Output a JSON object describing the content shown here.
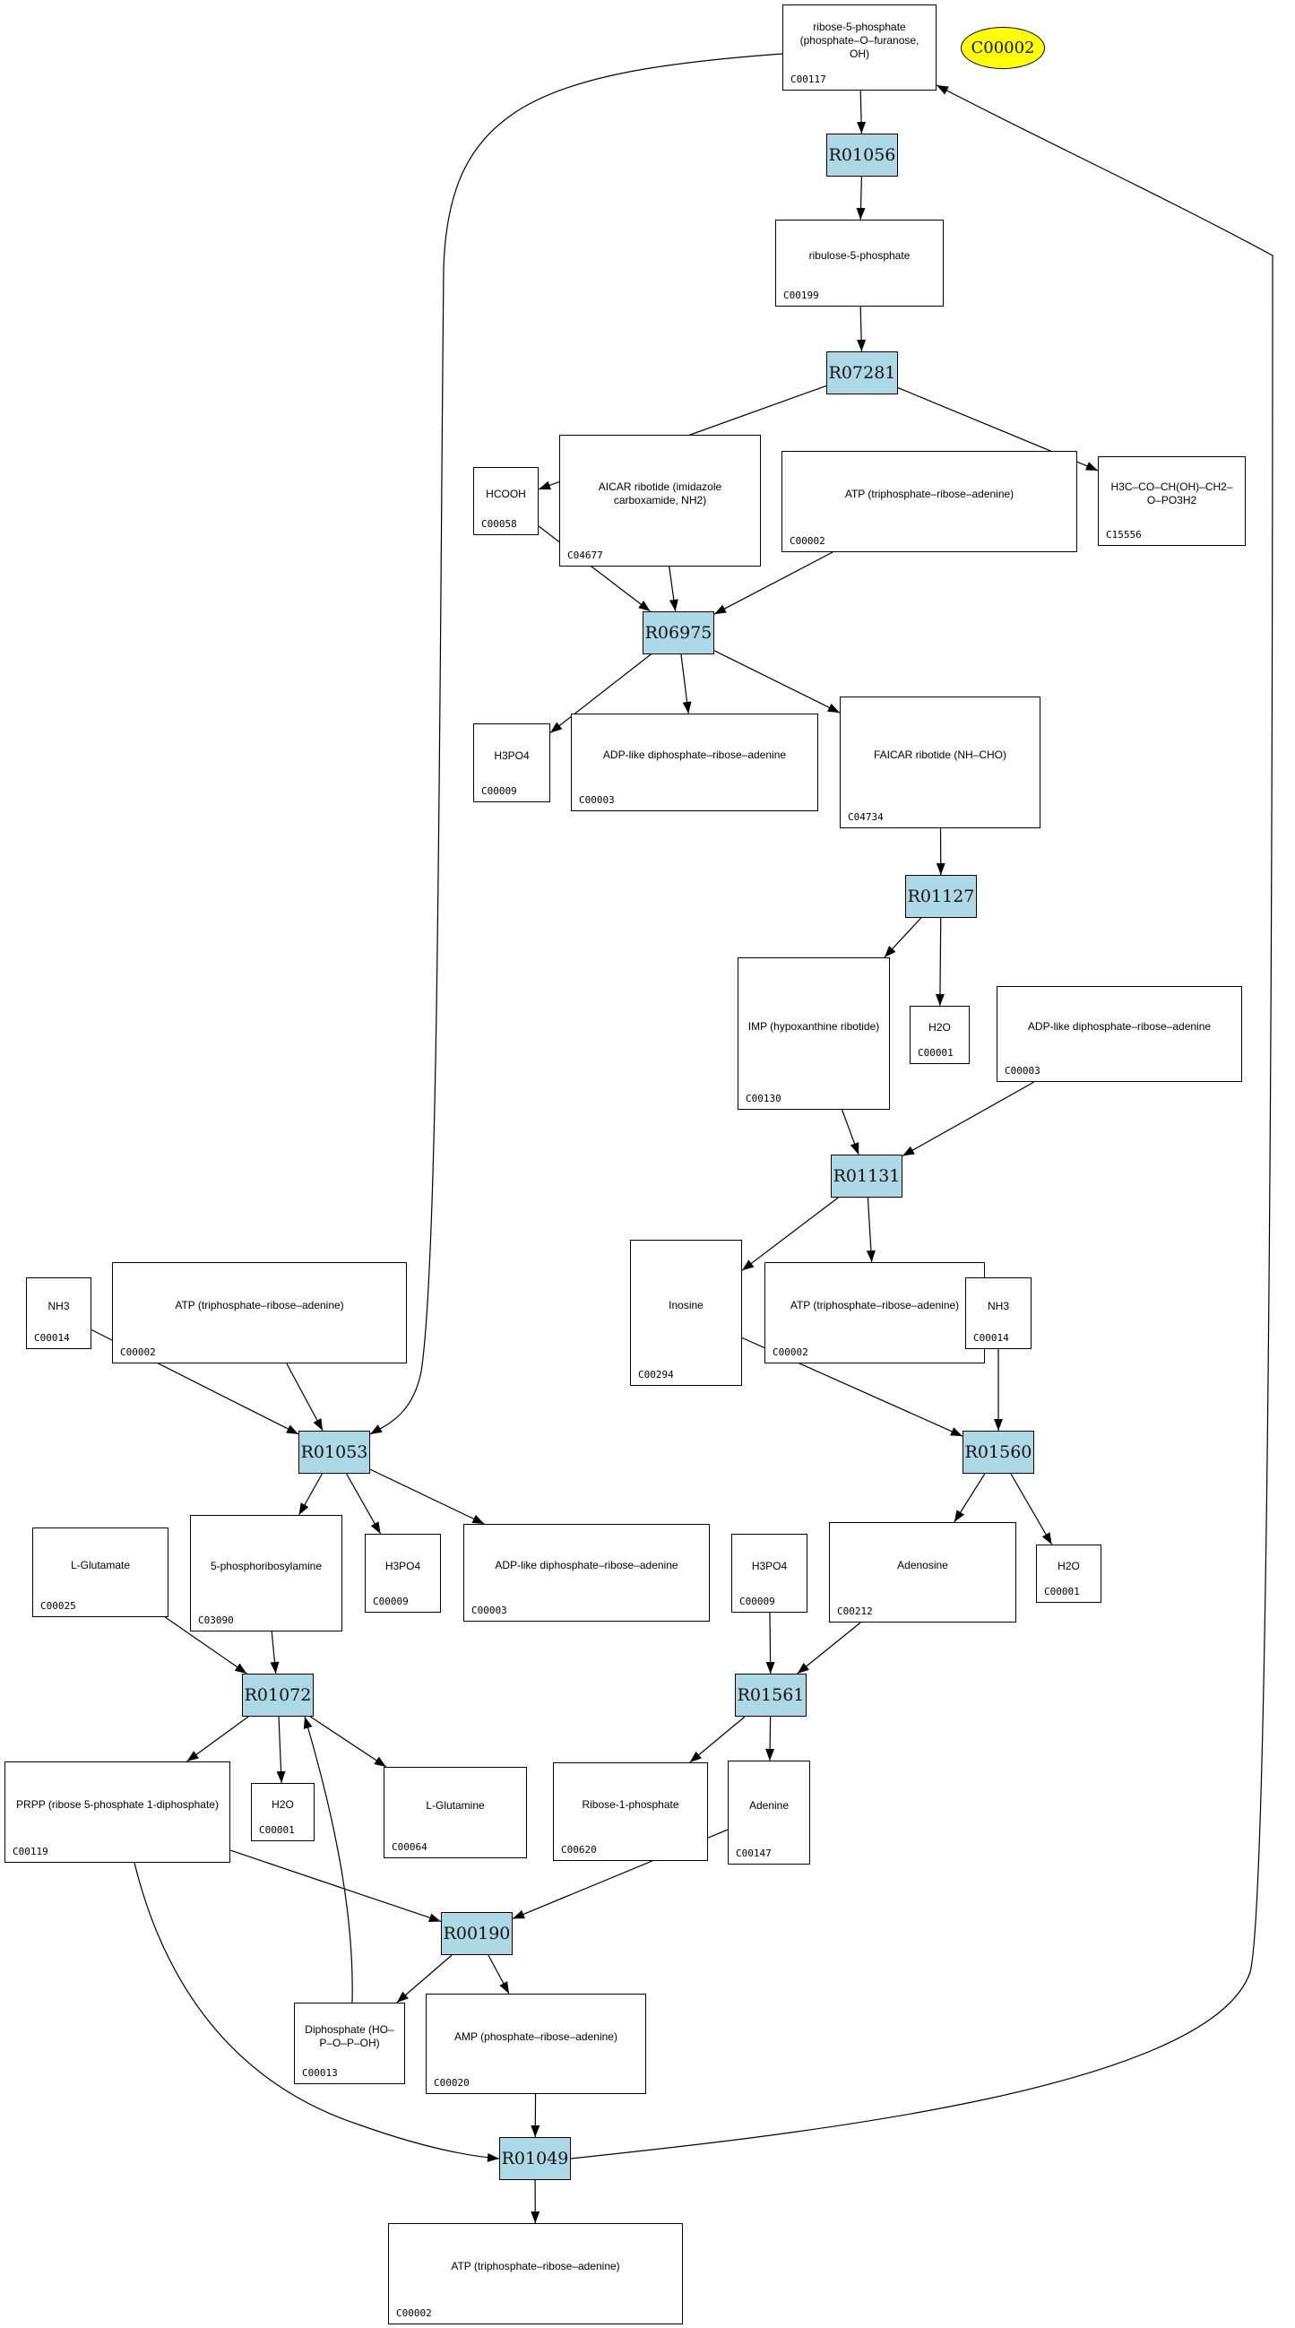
{
  "highlight_compound": {
    "id": "C00002",
    "color": "#ffff00"
  },
  "reaction_color": "#add8e6",
  "reactions": [
    {
      "id": "R01056"
    },
    {
      "id": "R07281"
    },
    {
      "id": "R06975"
    },
    {
      "id": "R01127"
    },
    {
      "id": "R01131"
    },
    {
      "id": "R01053"
    },
    {
      "id": "R01560"
    },
    {
      "id": "R01072"
    },
    {
      "id": "R01561"
    },
    {
      "id": "R00190"
    },
    {
      "id": "R01049"
    }
  ],
  "compounds": [
    {
      "key": "c00117_top",
      "id": "C00117",
      "structure": "ribose-5-phosphate (phosphate–O–furanose, OH)"
    },
    {
      "key": "c00199",
      "id": "C00199",
      "structure": "ribulose-5-phosphate"
    },
    {
      "key": "c00058",
      "id": "C00058",
      "structure": "HCOOH"
    },
    {
      "key": "c04677",
      "id": "C04677",
      "structure": "AICAR ribotide (imidazole carboxamide, NH2)"
    },
    {
      "key": "c00002_a",
      "id": "C00002",
      "structure": "ATP (triphosphate–ribose–adenine)"
    },
    {
      "key": "c15556",
      "id": "C15556",
      "structure": "H3C–CO–CH(OH)–CH2–O–PO3H2"
    },
    {
      "key": "c00009_a",
      "id": "C00009",
      "structure": "H3PO4"
    },
    {
      "key": "c00003_a",
      "id": "C00003",
      "structure": "ADP-like diphosphate–ribose–adenine"
    },
    {
      "key": "c04734",
      "id": "C04734",
      "structure": "FAICAR ribotide (NH–CHO)"
    },
    {
      "key": "c00130",
      "id": "C00130",
      "structure": "IMP (hypoxanthine ribotide)"
    },
    {
      "key": "c00001_a",
      "id": "C00001",
      "structure": "H2O"
    },
    {
      "key": "c00003_b",
      "id": "C00003",
      "structure": "ADP-like diphosphate–ribose–adenine"
    },
    {
      "key": "c00294",
      "id": "C00294",
      "structure": "Inosine"
    },
    {
      "key": "c00002_b",
      "id": "C00002",
      "structure": "ATP (triphosphate–ribose–adenine)"
    },
    {
      "key": "c00014_a",
      "id": "C00014",
      "structure": "NH3"
    },
    {
      "key": "c00002_c",
      "id": "C00002",
      "structure": "ATP (triphosphate–ribose–adenine)"
    },
    {
      "key": "c00014_b",
      "id": "C00014",
      "structure": "NH3"
    },
    {
      "key": "c00025",
      "id": "C00025",
      "structure": "L-Glutamate"
    },
    {
      "key": "c03090",
      "id": "C03090",
      "structure": "5-phosphoribosylamine"
    },
    {
      "key": "c00009_b",
      "id": "C00009",
      "structure": "H3PO4"
    },
    {
      "key": "c00003_c",
      "id": "C00003",
      "structure": "ADP-like diphosphate–ribose–adenine"
    },
    {
      "key": "c00009_c",
      "id": "C00009",
      "structure": "H3PO4"
    },
    {
      "key": "c00212",
      "id": "C00212",
      "structure": "Adenosine"
    },
    {
      "key": "c00001_b",
      "id": "C00001",
      "structure": "H2O"
    },
    {
      "key": "c00119",
      "id": "C00119",
      "structure": "PRPP (ribose 5-phosphate 1-diphosphate)"
    },
    {
      "key": "c00001_c",
      "id": "C00001",
      "structure": "H2O"
    },
    {
      "key": "c00064",
      "id": "C00064",
      "structure": "L-Glutamine"
    },
    {
      "key": "c00620",
      "id": "C00620",
      "structure": "Ribose-1-phosphate"
    },
    {
      "key": "c00147",
      "id": "C00147",
      "structure": "Adenine"
    },
    {
      "key": "c00013",
      "id": "C00013",
      "structure": "Diphosphate (HO–P–O–P–OH)"
    },
    {
      "key": "c00020",
      "id": "C00020",
      "structure": "AMP (phosphate–ribose–adenine)"
    },
    {
      "key": "c00002_d",
      "id": "C00002",
      "structure": "ATP (triphosphate–ribose–adenine)"
    }
  ],
  "edges": [
    [
      "c00117_top",
      "R01056"
    ],
    [
      "R01056",
      "c00199"
    ],
    [
      "c00199",
      "R07281"
    ],
    [
      "R07281",
      "c00058"
    ],
    [
      "R07281",
      "c15556"
    ],
    [
      "c00058",
      "R06975"
    ],
    [
      "c04677",
      "R06975"
    ],
    [
      "c00002_a",
      "R06975"
    ],
    [
      "R06975",
      "c00009_a"
    ],
    [
      "R06975",
      "c00003_a"
    ],
    [
      "R06975",
      "c04734"
    ],
    [
      "c04734",
      "R01127"
    ],
    [
      "R01127",
      "c00130"
    ],
    [
      "R01127",
      "c00001_a"
    ],
    [
      "c00130",
      "R01131"
    ],
    [
      "c00003_b",
      "R01131"
    ],
    [
      "R01131",
      "c00294"
    ],
    [
      "R01131",
      "c00002_b"
    ],
    [
      "c00014_a",
      "R01053"
    ],
    [
      "c00002_c",
      "R01053"
    ],
    [
      "c00117_top",
      "R01053"
    ],
    [
      "R01053",
      "c03090"
    ],
    [
      "R01053",
      "c00009_b"
    ],
    [
      "R01053",
      "c00003_c"
    ],
    [
      "c00294",
      "R01560"
    ],
    [
      "c00014_b",
      "R01560"
    ],
    [
      "R01560",
      "c00212"
    ],
    [
      "R01560",
      "c00001_b"
    ],
    [
      "c00025",
      "R01072"
    ],
    [
      "c03090",
      "R01072"
    ],
    [
      "c00013",
      "R01072"
    ],
    [
      "R01072",
      "c00119"
    ],
    [
      "R01072",
      "c00001_c"
    ],
    [
      "R01072",
      "c00064"
    ],
    [
      "c00009_c",
      "R01561"
    ],
    [
      "c00212",
      "R01561"
    ],
    [
      "R01561",
      "c00620"
    ],
    [
      "R01561",
      "c00147"
    ],
    [
      "c00119",
      "R00190"
    ],
    [
      "c00147",
      "R00190"
    ],
    [
      "R00190",
      "c00013"
    ],
    [
      "R00190",
      "c00020"
    ],
    [
      "c00020",
      "R01049"
    ],
    [
      "c00119",
      "R01049"
    ],
    [
      "R01049",
      "c00002_d"
    ],
    [
      "R01049",
      "c00117_top"
    ]
  ]
}
